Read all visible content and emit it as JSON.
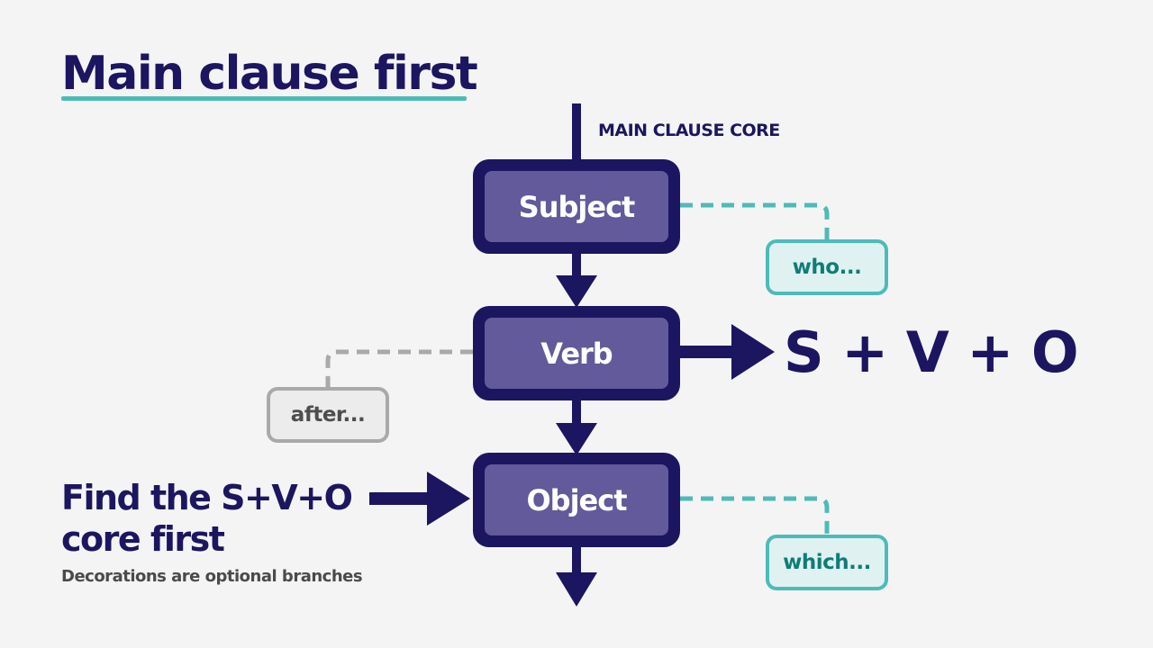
{
  "title": "Main clause first",
  "core_label": "MAIN CLAUSE CORE",
  "nodes": {
    "subject": "Subject",
    "verb": "Verb",
    "object": "Object"
  },
  "branches": {
    "who": "who...",
    "after": "after...",
    "which": "which..."
  },
  "formula": "S + V + O",
  "callout": {
    "heading": "Find the S+V+O core first",
    "subtext": "Decorations are optional branches"
  },
  "colors": {
    "navy": "#1c1660",
    "node_fill": "#625a9a",
    "teal": "#4dbbb8",
    "gray": "#a9a9a9"
  }
}
